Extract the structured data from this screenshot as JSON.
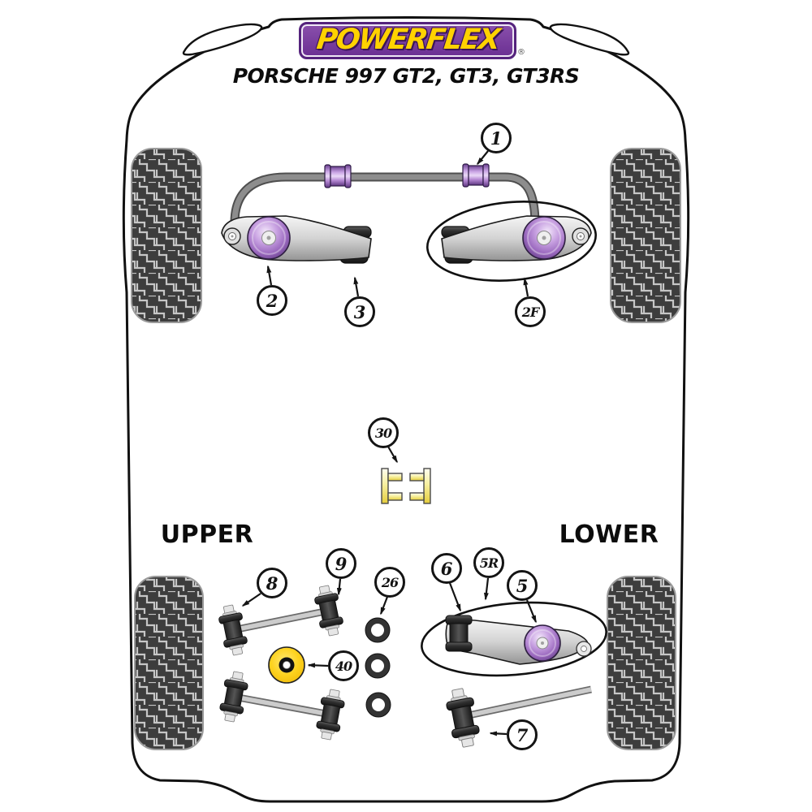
{
  "header": {
    "brand": "POWERFLEX",
    "registered_mark": "®",
    "subtitle": "PORSCHE 997 GT2, GT3, GT3RS"
  },
  "sections": {
    "upper": "UPPER",
    "lower": "LOWER"
  },
  "callouts": [
    {
      "label": "1"
    },
    {
      "label": "2"
    },
    {
      "label": "3"
    },
    {
      "label": "2F"
    },
    {
      "label": "30"
    },
    {
      "label": "8"
    },
    {
      "label": "9"
    },
    {
      "label": "26"
    },
    {
      "label": "40"
    },
    {
      "label": "6"
    },
    {
      "label": "5R"
    },
    {
      "label": "5"
    },
    {
      "label": "7"
    }
  ],
  "colors": {
    "brand_yellow": "#ffd200",
    "brand_purple": "#6a2f92",
    "bushing_purple": "#9a6cc0",
    "part_yellow": "#f6c51b",
    "tire_gray": "#3d3d3d",
    "outline_black": "#111111"
  }
}
